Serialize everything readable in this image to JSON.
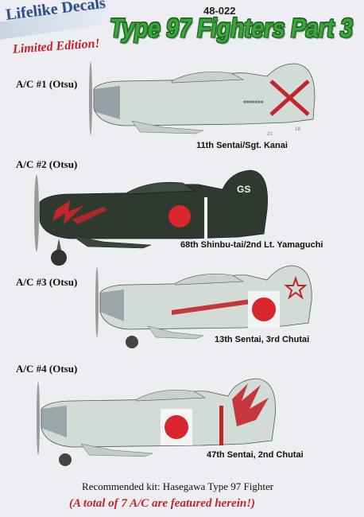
{
  "header": {
    "brand": "Lifelike Decals",
    "edition": "Limited Edition!",
    "catalog_number": "48-022",
    "title": "Type 97 Fighters Part 3"
  },
  "aircraft": [
    {
      "label": "A/C #1 (Otsu)",
      "caption": "11th Sentai/Sgt. Kanai",
      "scheme": "grey-green with red diagonal cross on tail"
    },
    {
      "label": "A/C #2 (Otsu)",
      "caption": "68th Shinbu-tai/2nd Lt. Yamaguchi",
      "scheme": "dark green with red lightning bolt"
    },
    {
      "label": "A/C #3 (Otsu)",
      "caption": "13th Sentai, 3rd Chutai",
      "scheme": "grey-green with red fuselage band and star on tail"
    },
    {
      "label": "A/C #4 (Otsu)",
      "caption": "47th Sentai, 2nd Chutai",
      "scheme": "grey-green with white band and red lightning tail"
    }
  ],
  "footer": {
    "recommended_kit": "Recommended kit: Hasegawa  Type 97 Fighter",
    "featured_note": "(A total of 7 A/C are featured herein!)"
  },
  "colors": {
    "background": "#eceef2",
    "title_green": "#3aa53a",
    "accent_red": "#c4242b",
    "brand_blue": "#2f4f8a",
    "airframe_light": "#d2dcd7",
    "airframe_dark": "#2e3a30",
    "hinomaru": "#d8262d"
  }
}
